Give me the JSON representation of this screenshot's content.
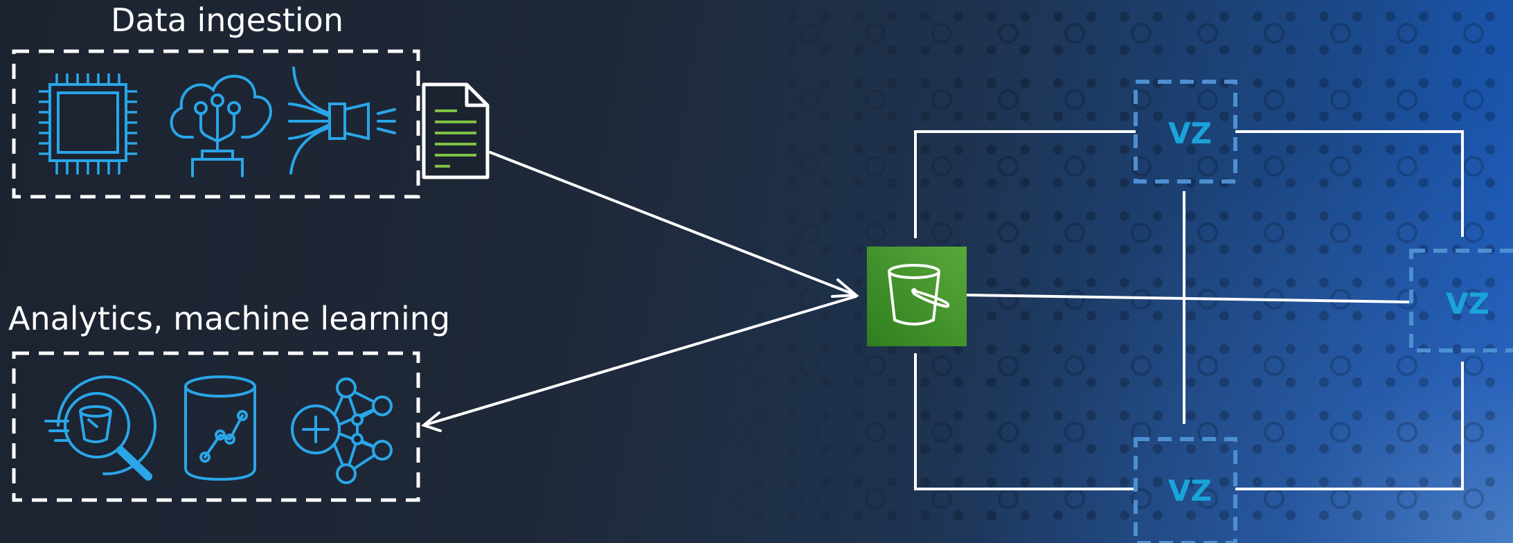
{
  "labels": {
    "data_ingestion": "Data ingestion",
    "analytics": "Analytics, machine learning"
  },
  "zones": [
    {
      "label": "VZ"
    },
    {
      "label": "VZ"
    },
    {
      "label": "VZ"
    }
  ],
  "icons": {
    "ingestion": [
      "processor-chip-icon",
      "cloud-iot-icon",
      "data-stream-icon",
      "document-file-icon"
    ],
    "analytics": [
      "search-bucket-icon",
      "database-chart-icon",
      "neural-network-icon"
    ],
    "storage": "storage-bucket-icon"
  },
  "colors": {
    "background_dark": "#1c2330",
    "background_blue": "#1a5cc0",
    "icon_blue": "#2aa6e8",
    "bucket_green_light": "#5aa83a",
    "bucket_green_dark": "#2f7d1f",
    "doc_lines_green": "#7cc242",
    "zone_dash": "#4d8fd1",
    "zone_text": "#1aa3d9",
    "lines": "#ffffff"
  }
}
